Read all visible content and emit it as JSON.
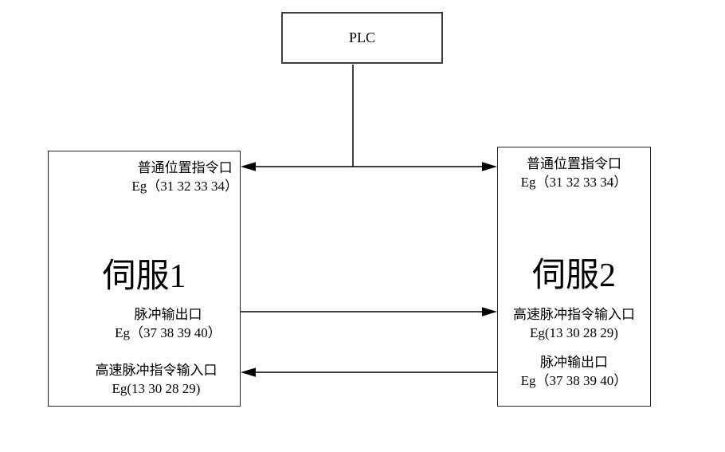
{
  "diagram": {
    "plc_label": "PLC",
    "servo1": {
      "title": "伺服1",
      "port_top_line1": "普通位置指令口",
      "port_top_line2": "Eg（31 32 33 34）",
      "port_mid_line1": "脉冲输出口",
      "port_mid_line2": "Eg（37 38 39 40）",
      "port_bottom_line1": "高速脉冲指令输入口",
      "port_bottom_line2": "Eg(13 30 28 29)"
    },
    "servo2": {
      "title": "伺服2",
      "port_top_line1": "普通位置指令口",
      "port_top_line2": "Eg（31 32 33 34）",
      "port_mid_line1": "高速脉冲指令输入口",
      "port_mid_line2": "Eg(13 30 28 29)",
      "port_bottom_line1": "脉冲输出口",
      "port_bottom_line2": "Eg（37 38 39 40）"
    },
    "colors": {
      "background": "#ffffff",
      "line": "#000000",
      "text": "#000000",
      "border": "#242424"
    }
  }
}
